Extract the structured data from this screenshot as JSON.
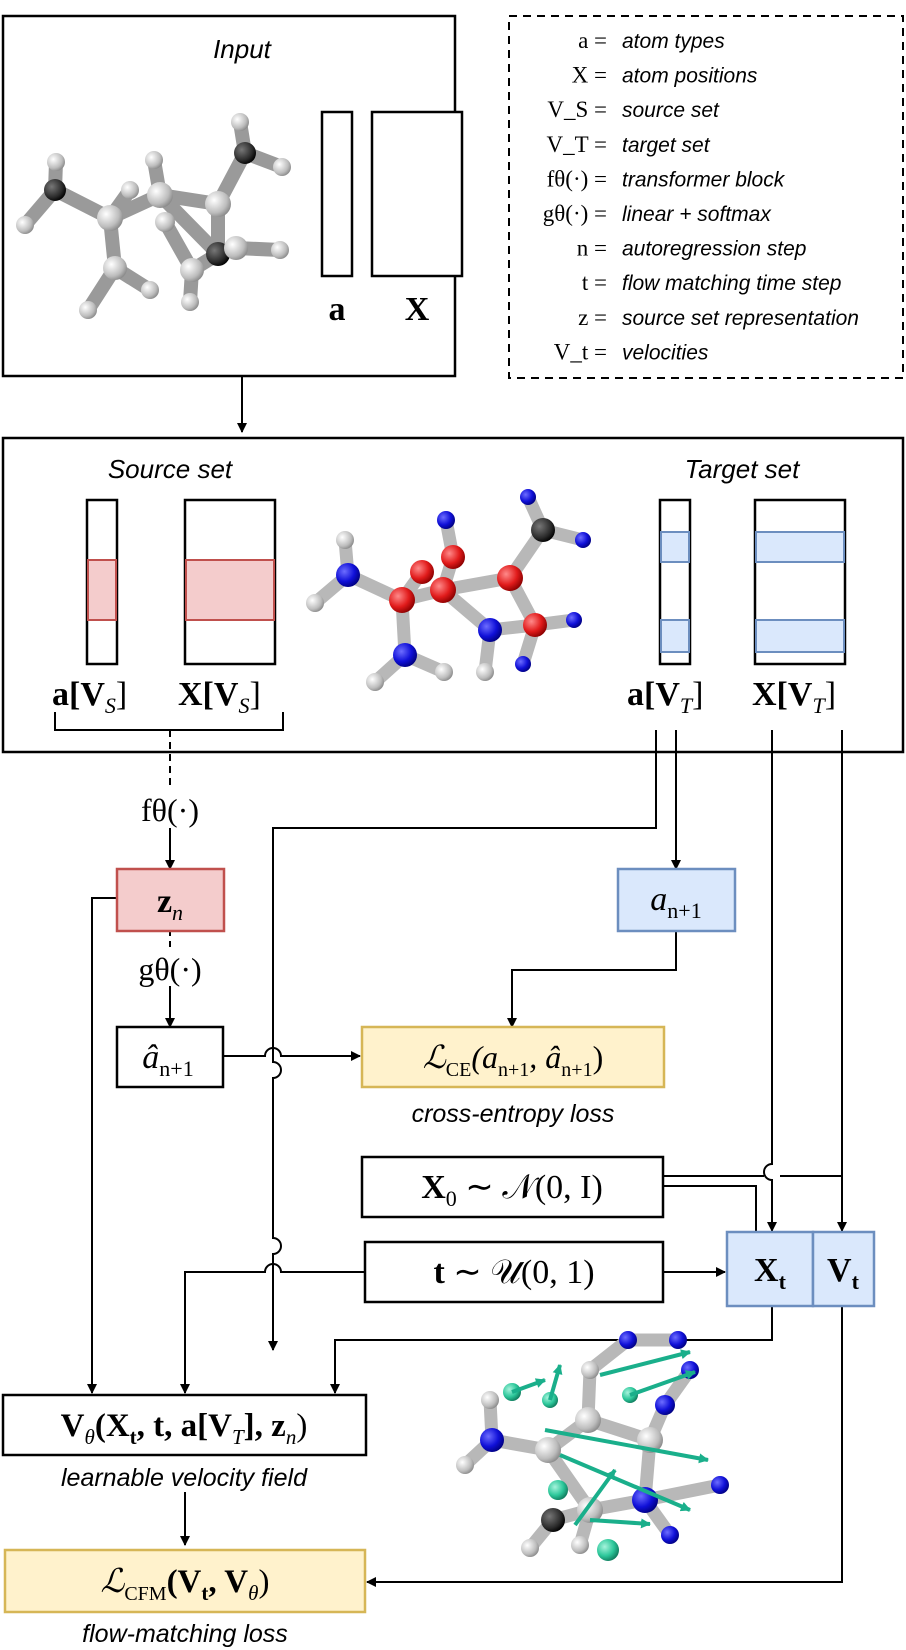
{
  "input_panel": {
    "title": "Input",
    "label_a": "a",
    "label_X": "X"
  },
  "legend": {
    "items": [
      {
        "symbol": "a =",
        "meaning": "atom types"
      },
      {
        "symbol": "X =",
        "meaning": "atom positions"
      },
      {
        "symbol": "V_S =",
        "meaning": "source set"
      },
      {
        "symbol": "V_T =",
        "meaning": "target set"
      },
      {
        "symbol": "fθ(·) =",
        "meaning": "transformer block"
      },
      {
        "symbol": "gθ(·) =",
        "meaning": "linear + softmax"
      },
      {
        "symbol": "n =",
        "meaning": "autoregression step"
      },
      {
        "symbol": "t =",
        "meaning": "flow matching time step"
      },
      {
        "symbol": "z =",
        "meaning": "source set representation"
      },
      {
        "symbol": "V_t =",
        "meaning": "velocities"
      }
    ]
  },
  "sets_panel": {
    "source_title": "Source set",
    "target_title": "Target set",
    "label_a_source": "a[V",
    "label_X_source": "X[V",
    "label_a_target": "a[V",
    "label_X_target": "X[V",
    "sub_S": "S",
    "sub_T": "T",
    "bracket_close": "]"
  },
  "nodes": {
    "f_theta": "fθ(·)",
    "g_theta": "gθ(·)",
    "z_n": "z",
    "z_n_sub": "n",
    "a_next": "a",
    "a_next_sub": "n+1",
    "a_hat": "â",
    "a_hat_sub": "n+1",
    "ce_loss": "ℒ",
    "ce_loss_sub": "CE",
    "ce_loss_args": "(a",
    "ce_loss_args2": ", â",
    "ce_loss_args_sub": "n+1",
    "ce_loss_close": ")",
    "ce_caption": "cross-entropy loss",
    "x0_lhs": "X",
    "x0_sub": "0",
    "x0_rhs": " ∼ 𝒩(0, I)",
    "t_lhs": "t",
    "t_rhs": " ∼ 𝒰(0, 1)",
    "xt": "X",
    "xt_sub": "t",
    "vt": "V",
    "vt_sub": "t",
    "vtheta_main": "V",
    "vtheta_sub": "θ",
    "vtheta_args": "(X",
    "vtheta_args_sub": "t",
    "vtheta_args2": ", t, a[V",
    "vtheta_args2_sub": "T",
    "vtheta_args3": "], z",
    "vtheta_args3_sub": "n",
    "vtheta_close": ")",
    "vtheta_caption": "learnable velocity field",
    "cfm_loss": "ℒ",
    "cfm_loss_sub": "CFM",
    "cfm_args": "(V",
    "cfm_args_sub": "t",
    "cfm_args2": ", V",
    "cfm_args2_sub": "θ",
    "cfm_close": ")",
    "cfm_caption": "flow-matching loss"
  },
  "colors": {
    "source_fill": "#f4cccc",
    "source_stroke": "#c0504d",
    "target_fill": "#dae8fc",
    "target_stroke": "#6c8ebf",
    "loss_fill": "#fff2cc",
    "loss_stroke": "#d6b656",
    "atom_red": "#e11b1b",
    "atom_blue": "#1010d8",
    "arrow_teal": "#1aaf8b"
  }
}
